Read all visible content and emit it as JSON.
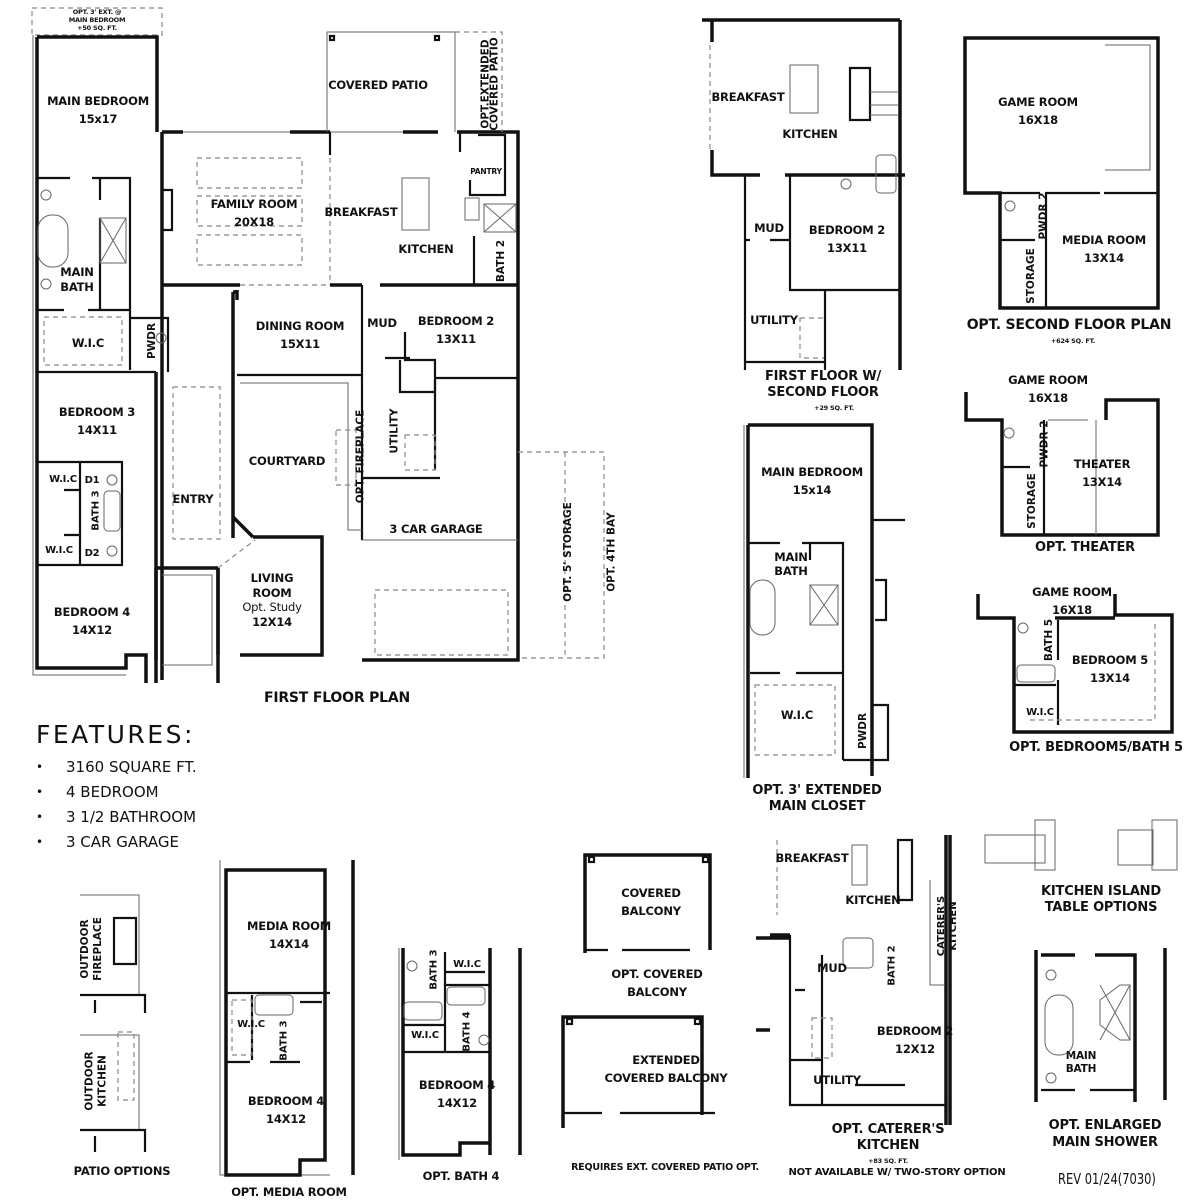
{
  "first_floor": {
    "title": "FIRST FLOOR PLAN",
    "opt_main_bedroom_ext": [
      "OPT. 3' EXT. @",
      "MAIN BEDROOM",
      "+50 SQ. FT."
    ],
    "covered_patio": "COVERED PATIO",
    "opt_extended_covered_patio": [
      "OPT.EXTENDED",
      "COVERED PATIO"
    ],
    "rooms": {
      "main_bedroom": {
        "name": "MAIN BEDROOM",
        "size": "15x17"
      },
      "family_room": {
        "name": "FAMILY ROOM",
        "size": "20X18"
      },
      "breakfast": {
        "name": "BREAKFAST"
      },
      "kitchen": {
        "name": "KITCHEN"
      },
      "pantry": {
        "name": "PANTRY"
      },
      "bath2": {
        "name": "BATH 2"
      },
      "main_bath": {
        "name": [
          "MAIN",
          "BATH"
        ]
      },
      "wic_main": {
        "name": "W.I.C"
      },
      "pwdr": {
        "name": "PWDR"
      },
      "dining_room": {
        "name": "DINING ROOM",
        "size": "15X11"
      },
      "mud": {
        "name": "MUD"
      },
      "bedroom2": {
        "name": "BEDROOM 2",
        "size": "13X11"
      },
      "bedroom3": {
        "name": "BEDROOM 3",
        "size": "14X11"
      },
      "wic_d1": {
        "name": "W.I.C"
      },
      "d1": {
        "name": "D1"
      },
      "bath3": {
        "name": "BATH 3"
      },
      "wic_d2": {
        "name": "W.I.C"
      },
      "d2": {
        "name": "D2"
      },
      "courtyard": {
        "name": "COURTYARD"
      },
      "opt_fireplace": {
        "name": "OPT. FIREPLACE"
      },
      "utility": {
        "name": "UTILITY"
      },
      "entry": {
        "name": "ENTRY"
      },
      "garage": {
        "name": "3 CAR GARAGE"
      },
      "opt_storage": {
        "name": "OPT. 5' STORAGE"
      },
      "opt_4th_bay": {
        "name": "OPT. 4TH BAY"
      },
      "living_room": {
        "name": [
          "LIVING",
          "ROOM",
          "Opt. Study",
          "12X14"
        ]
      },
      "bedroom4": {
        "name": "BEDROOM 4",
        "size": "14X12"
      }
    }
  },
  "features": {
    "heading": "FEATURES:",
    "items": [
      "3160 SQUARE FT.",
      "4 BEDROOM",
      "3 1/2 BATHROOM",
      "3 CAR GARAGE"
    ]
  },
  "first_floor_w_second": {
    "title": [
      "FIRST FLOOR W/",
      "SECOND FLOOR"
    ],
    "note": "+29 SQ. FT.",
    "rooms": {
      "breakfast": "BREAKFAST",
      "kitchen": "KITCHEN",
      "mud": "MUD",
      "bedroom2": "BEDROOM 2",
      "bedroom2_size": "13X11",
      "utility": "UTILITY"
    }
  },
  "opt_second_floor": {
    "title": "OPT. SECOND FLOOR PLAN",
    "note": "+624 SQ. FT.",
    "rooms": {
      "game_room": "GAME ROOM",
      "game_room_size": "16X18",
      "pwdr2": "PWDR 2",
      "storage": "STORAGE",
      "media_room": "MEDIA ROOM",
      "media_room_size": "13X14"
    }
  },
  "opt_theater": {
    "title": "OPT. THEATER",
    "rooms": {
      "game_room": "GAME ROOM",
      "game_room_size": "16X18",
      "pwdr2": "PWDR 2",
      "storage": "STORAGE",
      "theater": "THEATER",
      "theater_size": "13X14"
    }
  },
  "opt_extended_closet": {
    "title": [
      "OPT. 3' EXTENDED",
      "MAIN CLOSET"
    ],
    "rooms": {
      "main_bedroom": "MAIN BEDROOM",
      "main_bedroom_size": "15x14",
      "main_bath": [
        "MAIN",
        "BATH"
      ],
      "wic": "W.I.C",
      "pwdr": "PWDR"
    }
  },
  "opt_bedroom5": {
    "title": "OPT. BEDROOM5/BATH 5",
    "rooms": {
      "game_room": "GAME ROOM",
      "game_room_size": "16X18",
      "bath5": "BATH 5",
      "bedroom5": "BEDROOM 5",
      "bedroom5_size": "13X14",
      "wic": "W.I.C"
    }
  },
  "patio_options": {
    "title": "PATIO OPTIONS",
    "outdoor_fireplace": [
      "OUTDOOR",
      "FIREPLACE"
    ],
    "outdoor_kitchen": [
      "OUTDOOR",
      "KITCHEN"
    ]
  },
  "opt_media_room": {
    "title": "OPT. MEDIA ROOM",
    "rooms": {
      "media_room": "MEDIA ROOM",
      "media_room_size": "14X14",
      "wic": "W.I.C",
      "bath3": "BATH 3",
      "bedroom4": "BEDROOM 4",
      "bedroom4_size": "14X12"
    }
  },
  "opt_bath4": {
    "title": "OPT. BATH 4",
    "rooms": {
      "bath3": "BATH 3",
      "wic_top": "W.I.C",
      "bath4": "BATH 4",
      "wic_bottom": "W.I.C",
      "bedroom4": "BEDROOM 4",
      "bedroom4_size": "14X12"
    }
  },
  "opt_covered_balcony": {
    "title": [
      "OPT. COVERED",
      "BALCONY"
    ],
    "covered_balcony": [
      "COVERED",
      "BALCONY"
    ],
    "extended_covered_balcony": [
      "EXTENDED",
      "COVERED BALCONY"
    ],
    "note": "REQUIRES EXT. COVERED PATIO OPT."
  },
  "opt_caterers_kitchen": {
    "title": [
      "OPT. CATERER'S",
      "KITCHEN"
    ],
    "note": "+83 SQ. FT.",
    "note2": "NOT AVAILABLE W/ TWO-STORY OPTION",
    "rooms": {
      "breakfast": "BREAKFAST",
      "kitchen": "KITCHEN",
      "caterers_kitchen": [
        "CATERER'S",
        "KITCHEN"
      ],
      "mud": "MUD",
      "bath2": "BATH 2",
      "bedroom2": "BEDROOM 2",
      "bedroom2_size": "12X12",
      "utility": "UTILITY"
    }
  },
  "kitchen_island": {
    "title": [
      "KITCHEN ISLAND",
      "TABLE OPTIONS"
    ]
  },
  "opt_enlarged_shower": {
    "title": [
      "OPT. ENLARGED",
      "MAIN SHOWER"
    ],
    "rooms": {
      "main_bath": [
        "MAIN",
        "BATH"
      ]
    }
  },
  "revision": "REV 01/24(7030)"
}
